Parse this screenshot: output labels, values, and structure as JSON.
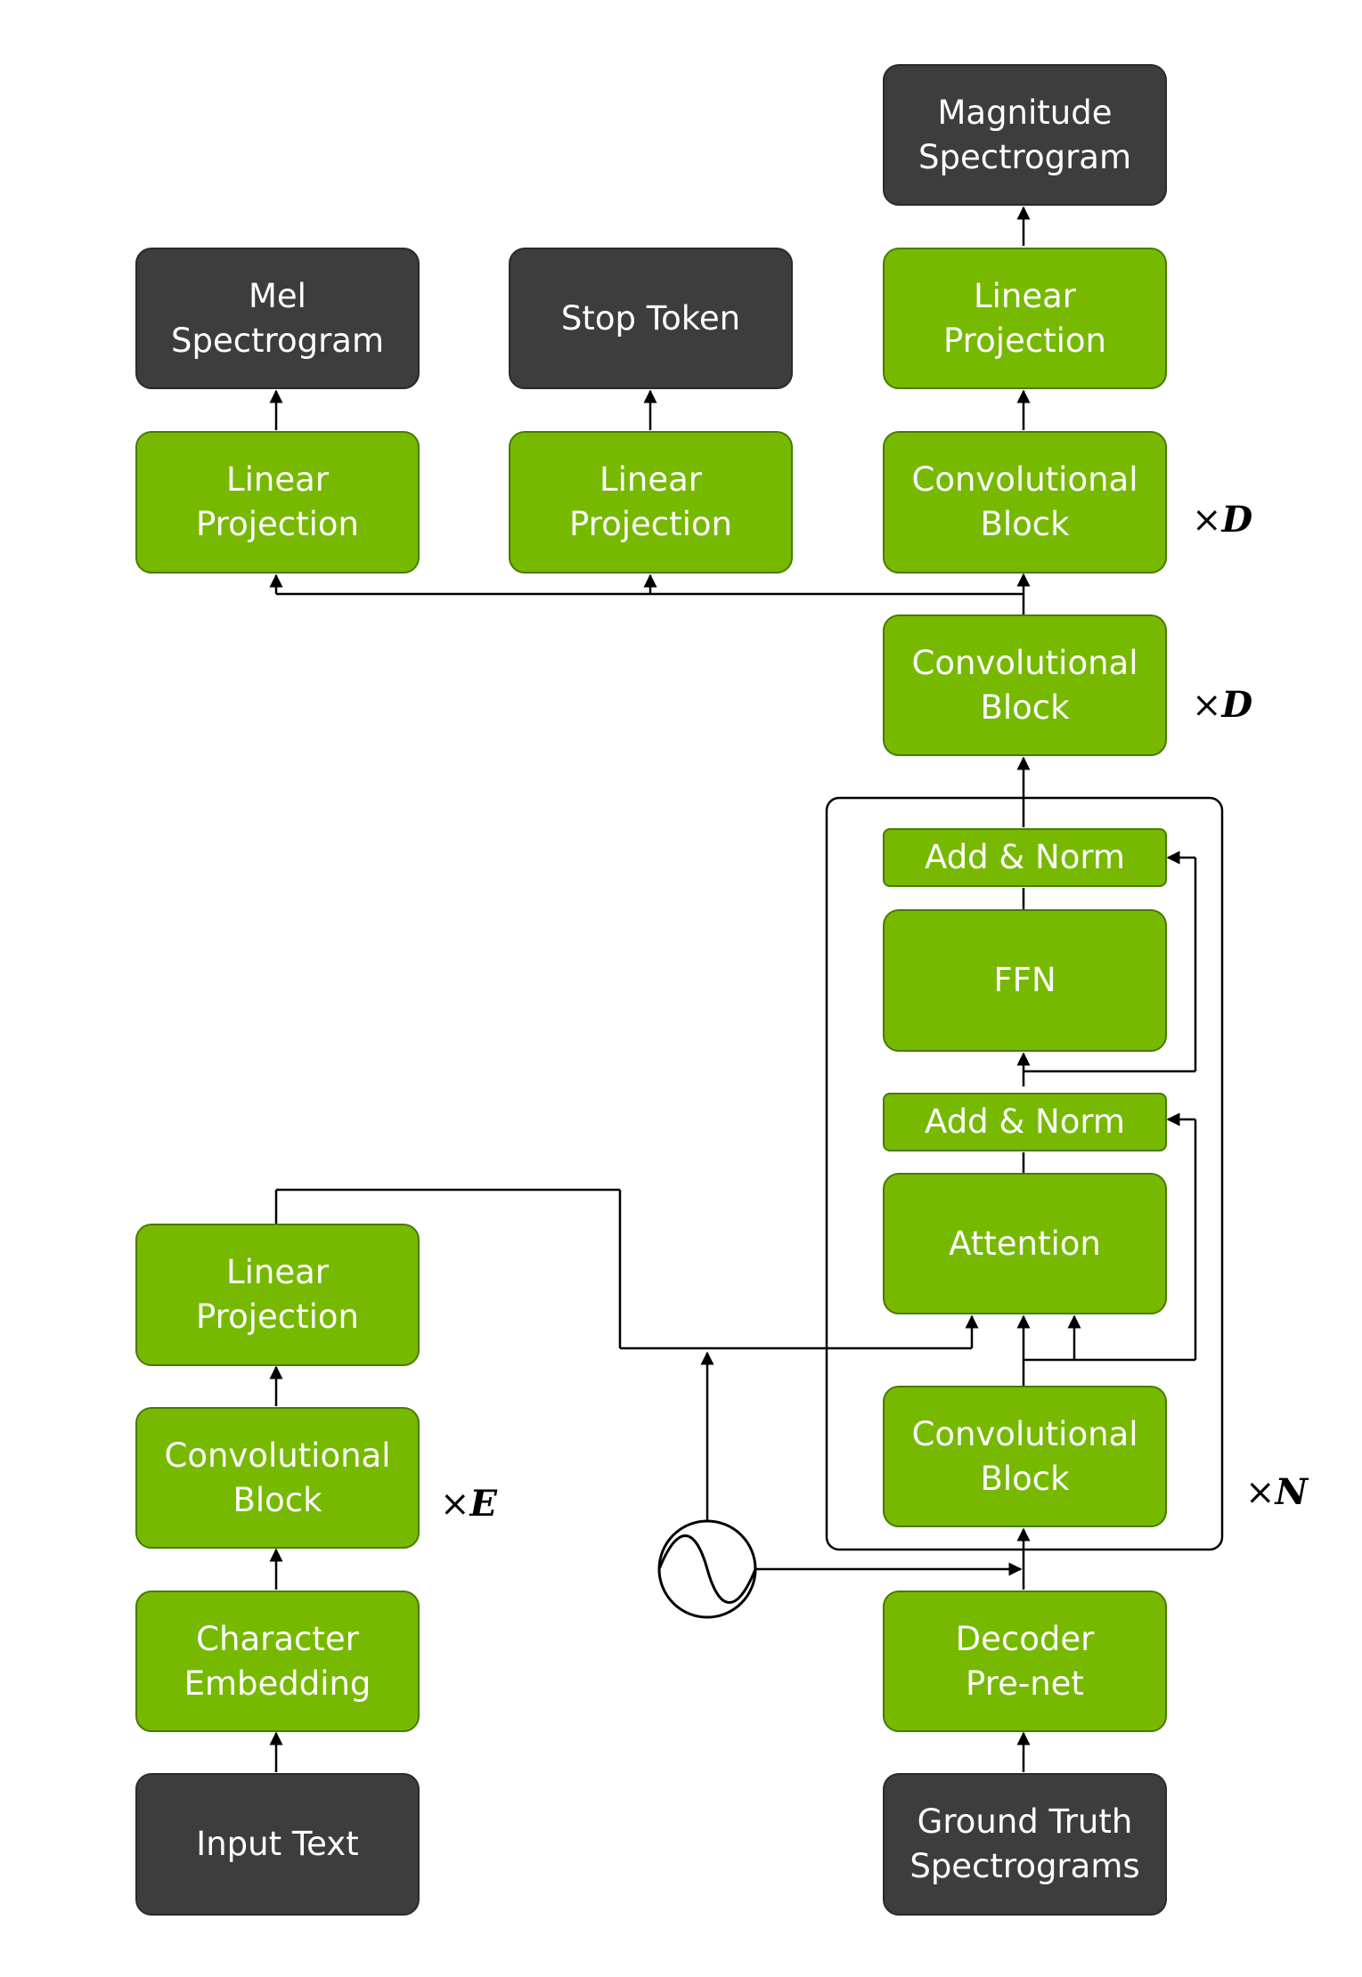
{
  "boxes": {
    "magnitude_spectrogram": "Magnitude\nSpectrogram",
    "mel_spectrogram": "Mel\nSpectrogram",
    "stop_token": "Stop Token",
    "linear_projection_mag": "Linear\nProjection",
    "linear_projection_mel": "Linear\nProjection",
    "linear_projection_stop": "Linear\nProjection",
    "postnet_conv_block": "Convolutional\nBlock",
    "decoder_conv_block": "Convolutional\nBlock",
    "add_norm_top": "Add & Norm",
    "ffn": "FFN",
    "add_norm_bottom": "Add & Norm",
    "attention": "Attention",
    "decoder_layer_conv_block": "Convolutional\nBlock",
    "decoder_prenet": "Decoder\nPre-net",
    "ground_truth": "Ground Truth\nSpectrograms",
    "encoder_linear_projection": "Linear\nProjection",
    "encoder_conv_block": "Convolutional\nBlock",
    "character_embedding": "Character\nEmbedding",
    "input_text": "Input Text"
  },
  "multipliers": {
    "postnet_d": {
      "sym": "×",
      "var": "D"
    },
    "decoder_d": {
      "sym": "×",
      "var": "D"
    },
    "decoder_n": {
      "sym": "×",
      "var": "N"
    },
    "encoder_e": {
      "sym": "×",
      "var": "E"
    }
  },
  "icons": {
    "positional_encoding": "sine-wave-circle-icon"
  },
  "colors": {
    "block_green": "#76b900",
    "block_dark": "#3d3d3d",
    "line": "#000000"
  }
}
